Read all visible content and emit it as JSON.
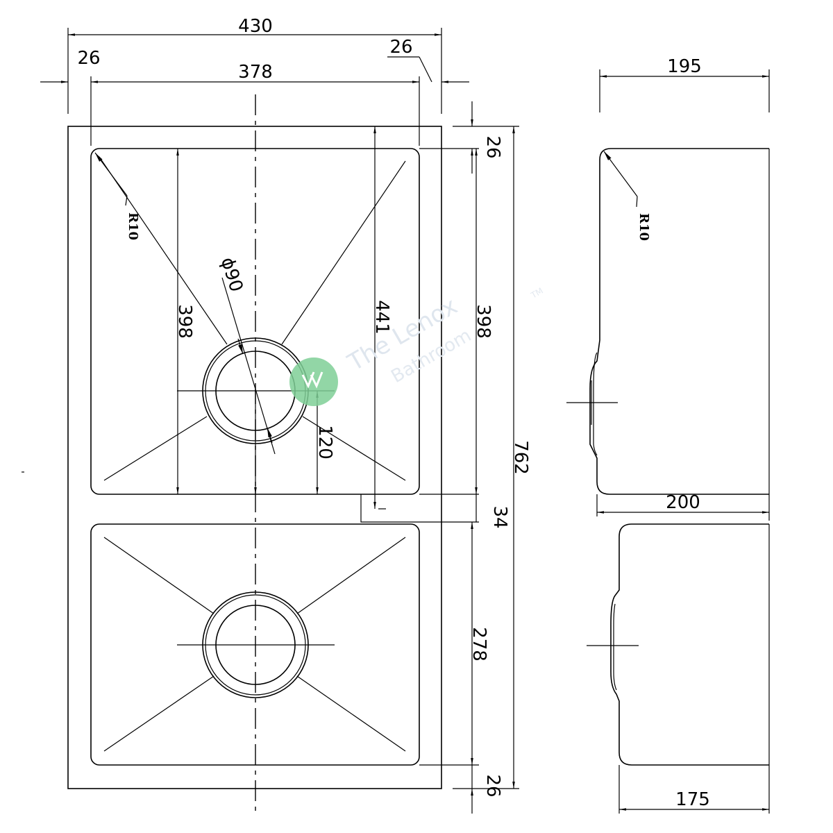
{
  "dimensions": {
    "overall_width": "430",
    "left_rim": "26",
    "right_rim": "26",
    "bowl_width": "378",
    "top_rim": "26",
    "bowl1_depth_right": "398",
    "bowl_gap": "34",
    "bowl2_depth": "278",
    "bottom_rim": "26",
    "overall_length": "762",
    "bowl1_depth_left": "398",
    "outlet_diameter": "ϕ90",
    "outlet_offset": "120",
    "bowl1_to_gap": "441",
    "corner_radius_front": "R10",
    "corner_radius_side": "R10",
    "side_depth_top": "195",
    "side_depth_mid": "200",
    "side_depth_bottom": "175"
  },
  "watermark": {
    "brand": "The Lenox",
    "sub": "Bathroom",
    "mark": "TM"
  },
  "colors": {
    "line": "#000000",
    "logo_green": "#7fcf97",
    "watermark": "#dfe6ee"
  }
}
